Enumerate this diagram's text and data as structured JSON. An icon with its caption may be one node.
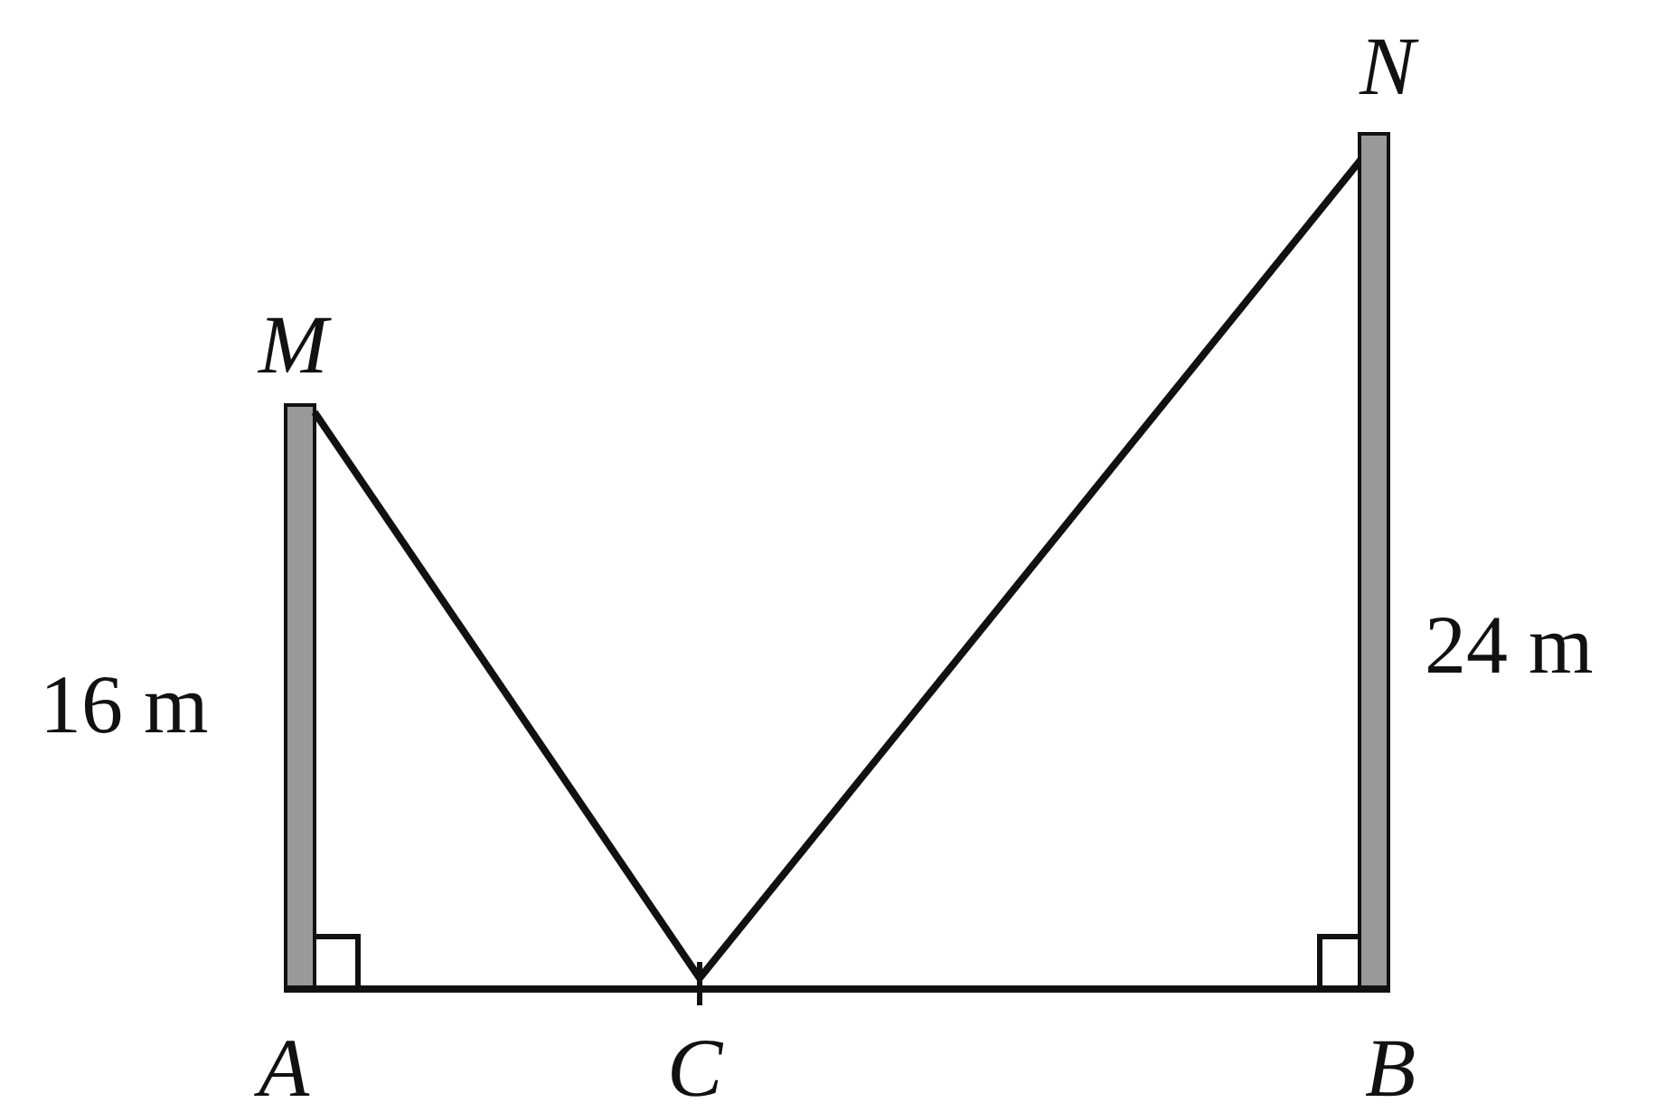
{
  "diagram": {
    "nodes": [
      {
        "text": [
          "M"
        ]
      },
      {
        "text": [
          "N"
        ]
      },
      {
        "text": [
          "A"
        ]
      },
      {
        "text": [
          "C"
        ]
      },
      {
        "text": [
          "B"
        ]
      }
    ],
    "edges": [
      {
        "from": 2,
        "to": 0,
        "arrow": "none",
        "style": "thick",
        "color": "#999999"
      },
      {
        "from": 0,
        "to": 3,
        "arrow": "none"
      },
      {
        "from": 3,
        "to": 1,
        "arrow": "none"
      },
      {
        "from": 4,
        "to": 1,
        "arrow": "none",
        "style": "thick",
        "color": "#999999"
      },
      {
        "from": 2,
        "to": 3,
        "arrow": "none"
      },
      {
        "from": 3,
        "to": 4,
        "arrow": "none"
      }
    ],
    "labels": [
      "16 m",
      "24 m"
    ]
  }
}
